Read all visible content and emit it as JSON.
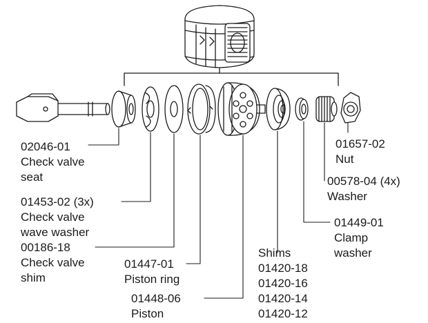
{
  "labels": {
    "check_valve_seat": {
      "part": "02046-01",
      "name_1": "Check valve",
      "name_2": "seat"
    },
    "wave_washer": {
      "part": "01453-02 (3x)",
      "name_1": "Check valve",
      "name_2": "wave washer"
    },
    "valve_shim": {
      "part": "00186-18",
      "name_1": "Check valve",
      "name_2": "shim"
    },
    "piston_ring": {
      "part": "01447-01",
      "name_1": "Piston ring"
    },
    "piston": {
      "part": "01448-06",
      "name_1": "Piston"
    },
    "shims": {
      "title": "Shims",
      "parts": [
        "01420-18",
        "01420-16",
        "01420-14",
        "01420-12"
      ]
    },
    "clamp_washer": {
      "part": "01449-01",
      "name_1": "Clamp",
      "name_2": "washer"
    },
    "washer": {
      "part": "00578-04 (4x)",
      "name_1": "Washer"
    },
    "nut": {
      "part": "01657-02",
      "name_1": "Nut"
    }
  }
}
